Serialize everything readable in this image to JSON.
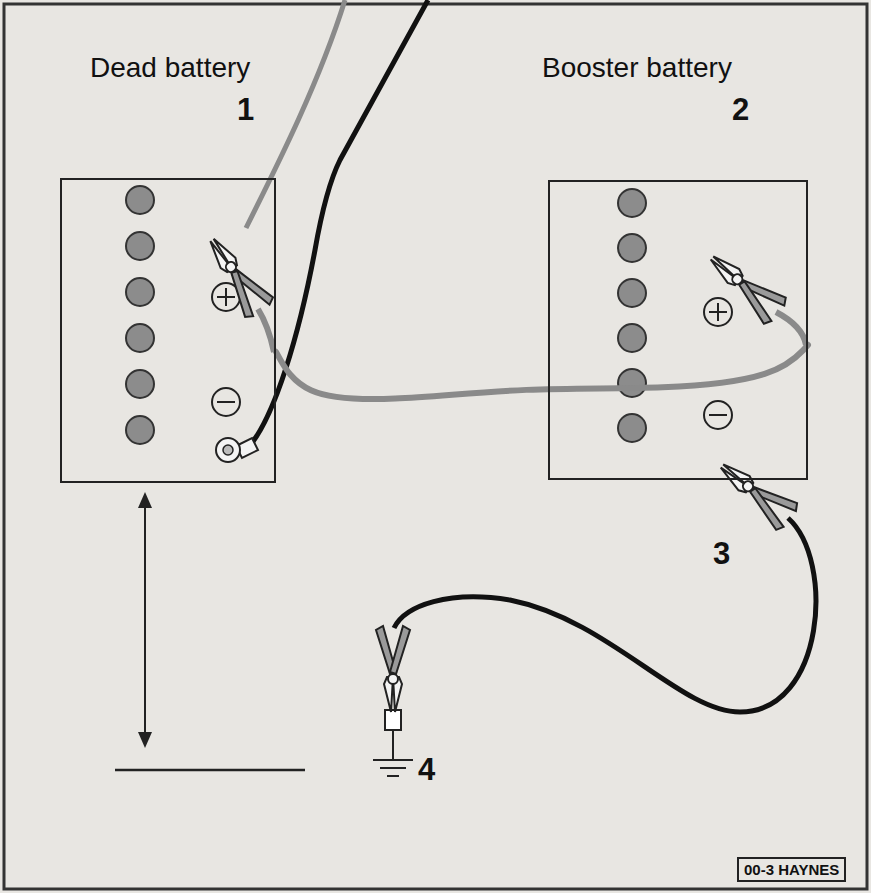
{
  "diagram": {
    "nodes": [
      {
        "text": [
          "Dead battery"
        ]
      },
      {
        "text": [
          "Booster battery"
        ]
      }
    ],
    "edges": [
      {
        "from": 0,
        "to": 1,
        "arrow": "none"
      }
    ],
    "labels": [
      "1",
      "2",
      "3",
      "4",
      "00-3 HAYNES"
    ]
  }
}
